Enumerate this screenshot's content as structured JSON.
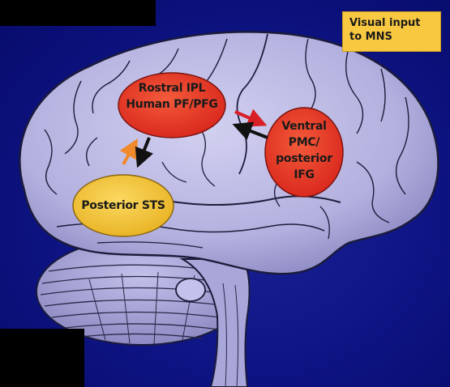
{
  "caption": {
    "line1": "Visual input",
    "line2": "to MNS"
  },
  "regions": {
    "rostral_ipl": {
      "line1": "Rostral IPL",
      "line2": "Human PF/PFG"
    },
    "ventral_pmc": {
      "line1": "Ventral",
      "line2": "PMC/",
      "line3": "posterior",
      "line4": "IFG"
    },
    "posterior_sts": {
      "line1": "Posterior STS"
    }
  },
  "colors": {
    "background": "#0d1382",
    "brain": "#b9b6e3",
    "brain_outline": "#1b1b3a",
    "red_region": "#e8382a",
    "yellow_region": "#f6c63a",
    "caption_fill": "#f8c840",
    "arrow_red": "#d81f26",
    "arrow_orange": "#f08a2c",
    "arrow_black": "#111111"
  }
}
